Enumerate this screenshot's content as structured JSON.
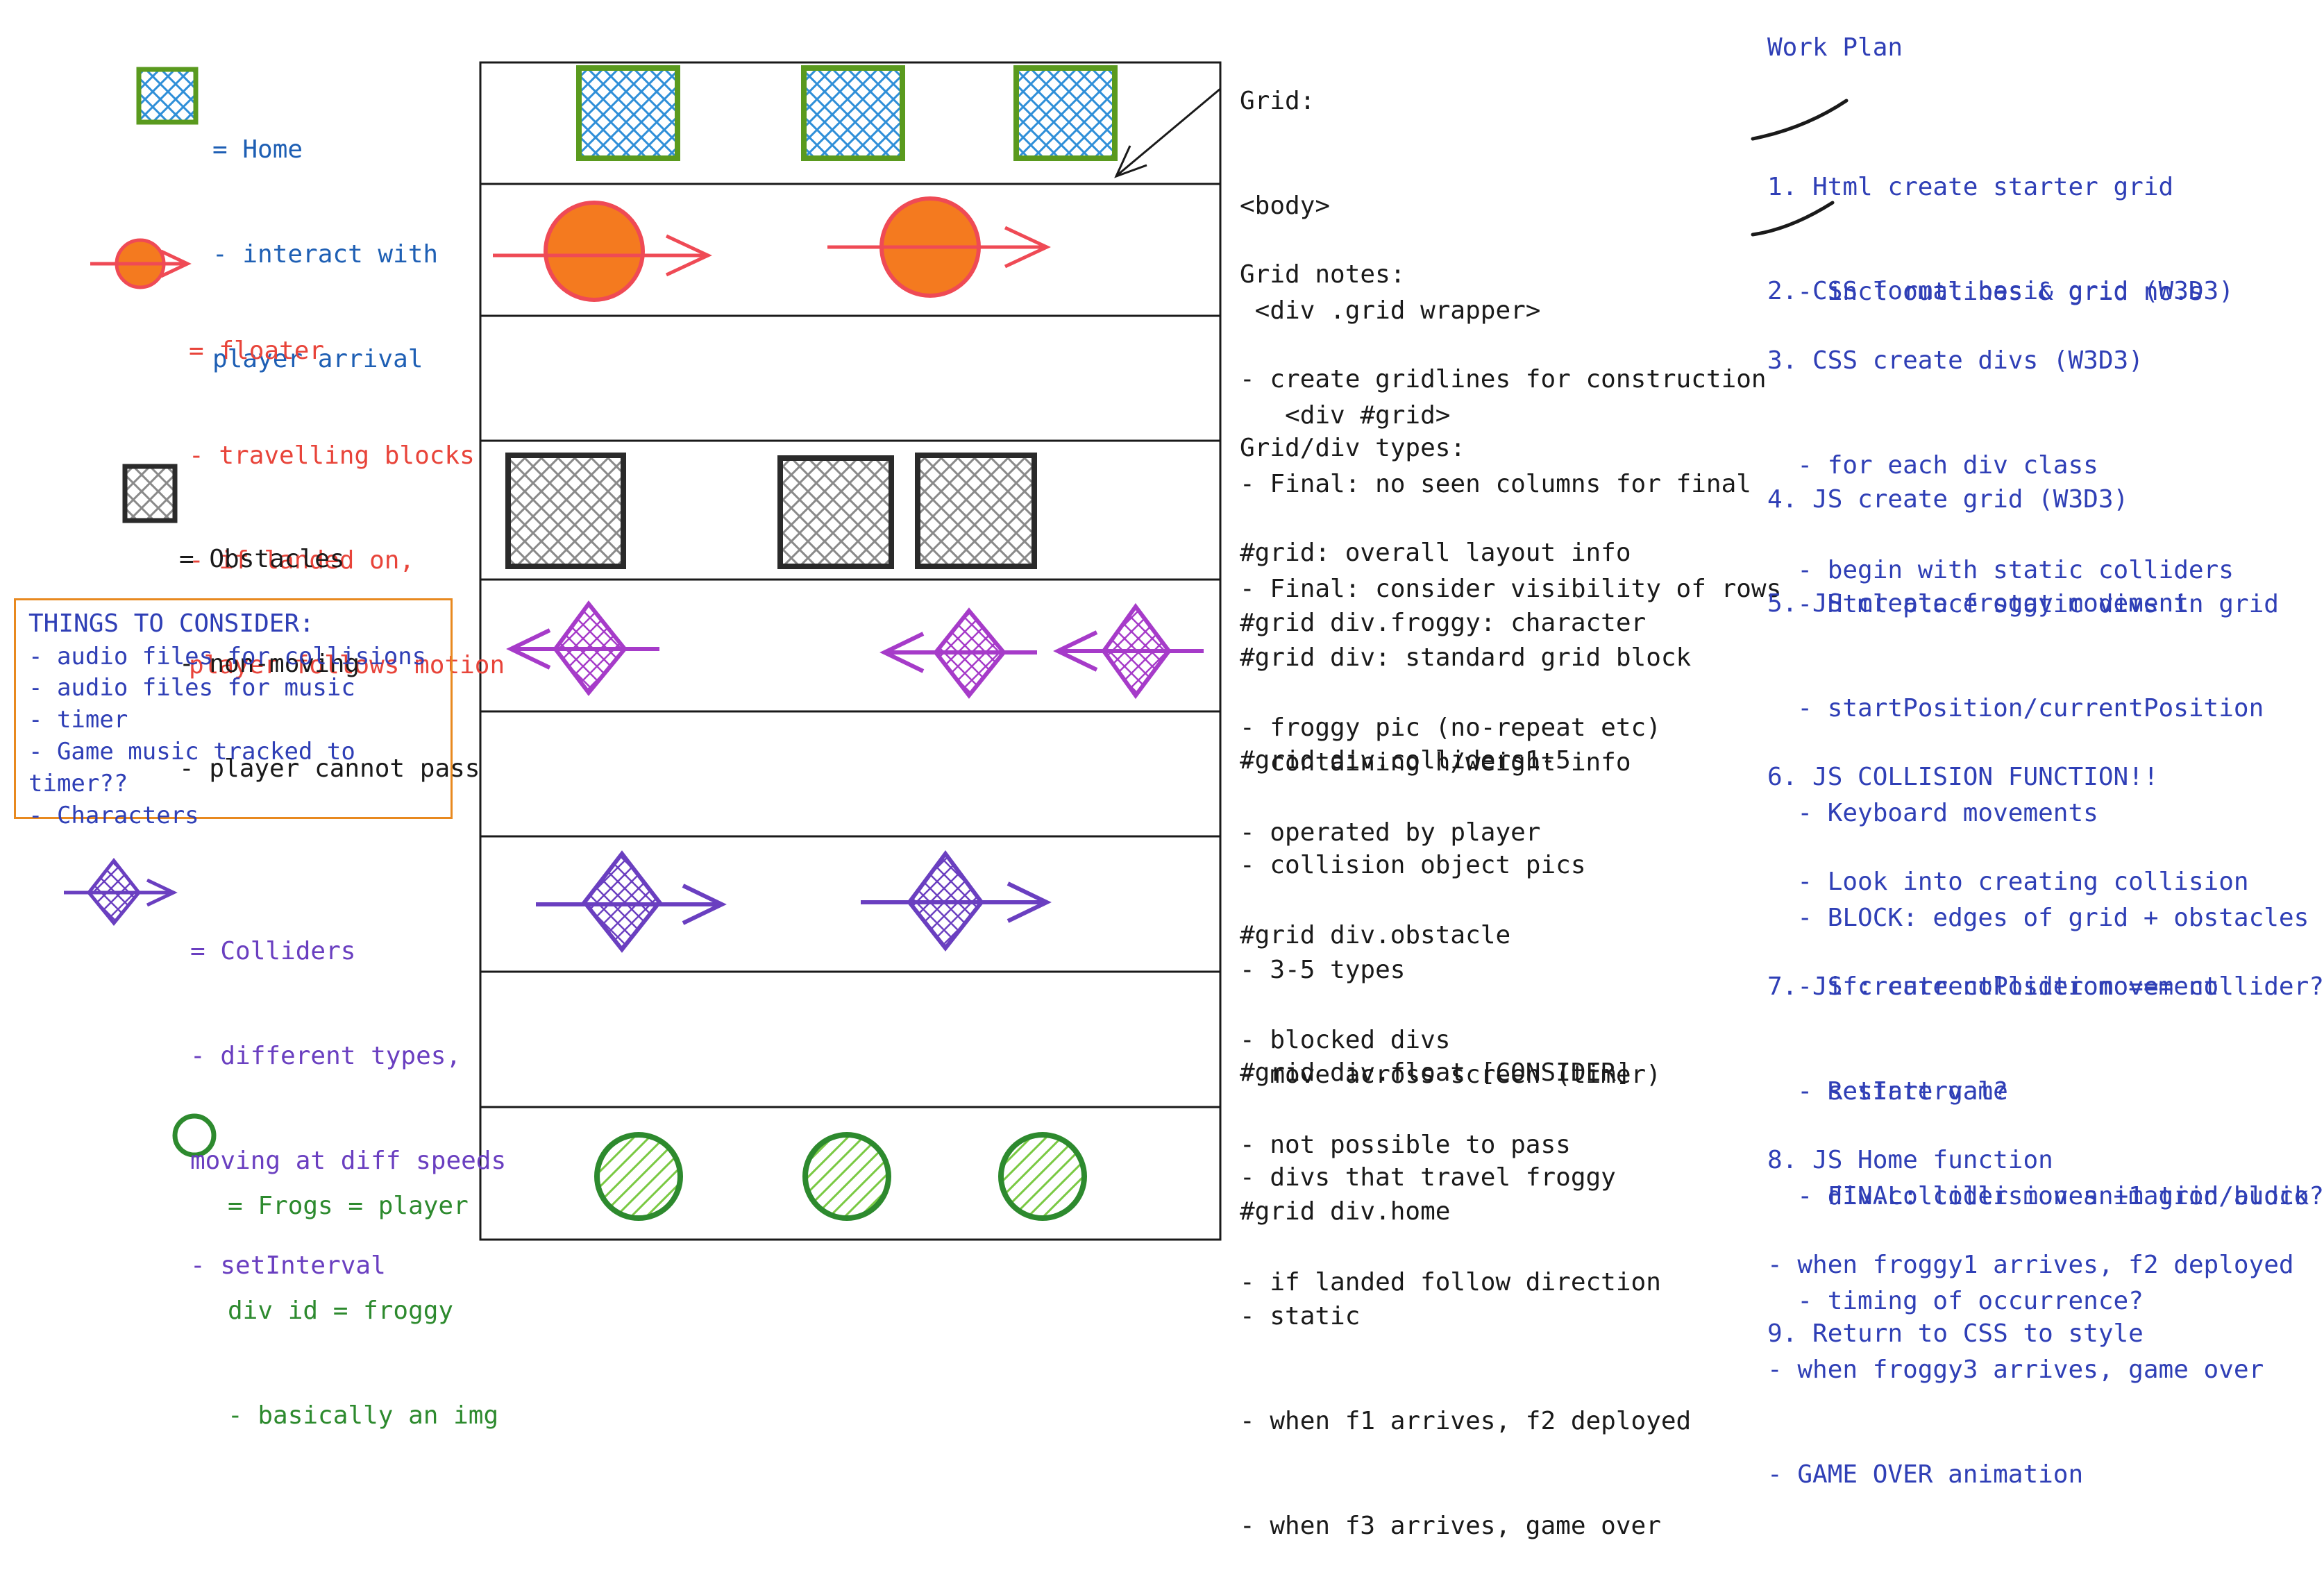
{
  "legend": {
    "home": [
      "= Home",
      "- interact with",
      "player arrival"
    ],
    "floater": [
      "= floater",
      "- travelling blocks",
      "- if landed on,",
      "player follows motion"
    ],
    "obstacles": [
      "= Obstacles",
      "- non-moving",
      "- player cannot pass"
    ],
    "colliders": [
      "= Colliders",
      "- different types,",
      "moving at diff speeds",
      "- setInterval"
    ],
    "frogs": [
      "= Frogs = player",
      "div id = froggy",
      "- basically an img"
    ]
  },
  "considerations": {
    "title": "THINGS TO CONSIDER:",
    "items": [
      "- audio files for collisions",
      "- audio files for music",
      "- timer",
      "- Game music tracked to timer??",
      "- Characters"
    ]
  },
  "grid_notes": {
    "structure": [
      "Grid:",
      "<body>",
      " <div .grid wrapper>",
      "   <div #grid>"
    ],
    "notes": [
      "Grid notes:",
      "- create gridlines for construction",
      "- Final: no seen columns for final",
      "- Final: consider visibility of rows"
    ],
    "types": [
      "Grid/div types:",
      "#grid: overall layout info",
      "#grid div: standard grid block",
      "- containing h/weight info"
    ],
    "froggy": [
      "#grid div.froggy: character",
      "- froggy pic (no-repeat etc)",
      "- operated by player"
    ],
    "colliders": [
      "#grid div.colliders1-5",
      "- collision object pics",
      "- 3-5 types",
      "- move across screen (timer)"
    ],
    "obstacle": [
      "#grid div.obstacle",
      "- blocked divs",
      "- not possible to pass"
    ],
    "float": [
      "#grid div.float [CONSIDER]",
      "- divs that travel froggy",
      "- if landed follow direction"
    ],
    "home": [
      "#grid div.home",
      "- static",
      "- when f1 arrives, f2 deployed",
      "- when f3 arrives, game over"
    ]
  },
  "work_plan": {
    "title": "Work Plan",
    "steps": [
      [
        "1. Html create starter grid",
        "  - incl outlines & grid no.s"
      ],
      [
        "2. CSS format basic grid (W3D3)"
      ],
      [
        "3. CSS create divs (W3D3)",
        "  - for each div class",
        "  - begin with static colliders"
      ],
      [
        "4. JS create grid (W3D3)",
        "  - Html place static divs in grid"
      ],
      [
        "5. JS create froggy movement",
        "  - startPosition/currentPosition",
        "  - Keyboard movements",
        "  - BLOCK: edges of grid + obstacles"
      ],
      [
        "6. JS COLLISION FUNCTION!!",
        "  - Look into creating collision",
        "  - if: currentPosition === collider?",
        "  - Restart game",
        "  - FINAL: collision animation/audio?"
      ],
      [
        "7. JS create collider movement",
        "  - setInterval?",
        "  - div.collider moves +1 grid block",
        "  - timing of occurrence?"
      ],
      [
        "8. JS Home function",
        "- when froggy1 arrives, f2 deployed",
        "- when froggy3 arrives, game over",
        "- GAME OVER animation"
      ],
      [
        "9. Return to CSS to style"
      ]
    ]
  },
  "colors": {
    "home_stroke": "#5a9a1e",
    "home_fill": "#2f8fd8",
    "floater": "#f47a1f",
    "floater_arrow": "#ef4a55",
    "obstacle": "#2a2a2a",
    "obstacle_fill": "#8a8a8a",
    "collider_pink": "#a63bc9",
    "collider_purple": "#6a3fc0",
    "frog": "#2d8a2e",
    "frog_fill": "#7ac943",
    "consider_border": "#e8891f"
  }
}
